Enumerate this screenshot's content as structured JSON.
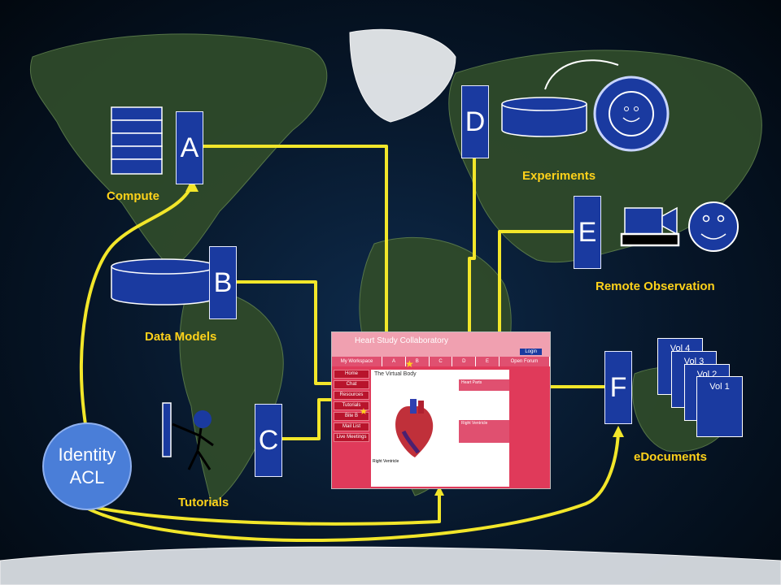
{
  "nodes": {
    "a": "A",
    "b": "B",
    "c": "C",
    "d": "D",
    "e": "E",
    "f": "F"
  },
  "labels": {
    "compute": "Compute",
    "data_models": "Data Models",
    "tutorials": "Tutorials",
    "experiments": "Experiments",
    "remote_observation": "Remote Observation",
    "edocuments": "eDocuments"
  },
  "identity": {
    "line1": "Identity",
    "line2": "ACL"
  },
  "volumes": [
    "Vol 4",
    "Vol 3",
    "Vol 2",
    "Vol 1"
  ],
  "website": {
    "title": "Heart Study Collaboratory",
    "login": "Login",
    "tabs": [
      "My Workspace",
      "A",
      "B",
      "C",
      "D",
      "E",
      "Open Forum"
    ],
    "sidebar": [
      "Home",
      "Chat",
      "Resources",
      "Tutorials",
      "Bite B",
      "Mail List",
      "Live Meetings"
    ],
    "content_title": "The Virtual Body",
    "heart_parts": "Heart Parts",
    "right_ventricle": "Right Ventricle",
    "ventricle_label": "Right Ventricle"
  },
  "colors": {
    "box": "#1a3aa0",
    "label": "#ffd21a",
    "line": "#f2e62a",
    "identity": "#4a7ed8"
  }
}
